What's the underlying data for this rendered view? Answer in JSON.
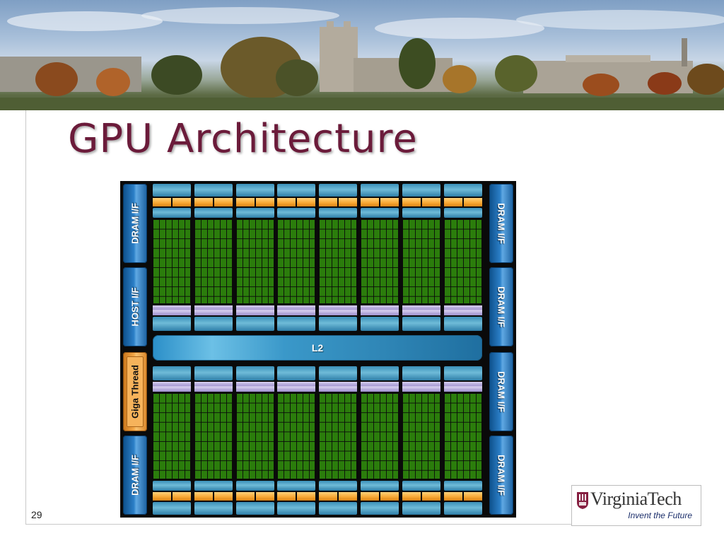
{
  "slide": {
    "title": "GPU Architecture",
    "page_number": "29"
  },
  "diagram": {
    "left_blocks": [
      "DRAM I/F",
      "HOST I/F",
      "Giga Thread",
      "DRAM I/F"
    ],
    "right_blocks": [
      "DRAM I/F",
      "DRAM I/F",
      "DRAM I/F",
      "DRAM I/F"
    ],
    "l2_label": "L2",
    "colors": {
      "interface_blue": "#2b7fc7",
      "giga_thread_orange": "#f3a646",
      "core_green": "#2b7d0c",
      "cache_purple": "#a79ad4",
      "scheduler_orange": "#f7a531",
      "l2_blue": "#3a98c9"
    }
  },
  "logo": {
    "name": "VirginiaTech",
    "tagline": "Invent the Future",
    "colors": {
      "maroon": "#861f41",
      "navy": "#1a2d6a"
    }
  },
  "icons": {
    "banner": "campus-photo",
    "logo_mark": "shield-icon"
  }
}
